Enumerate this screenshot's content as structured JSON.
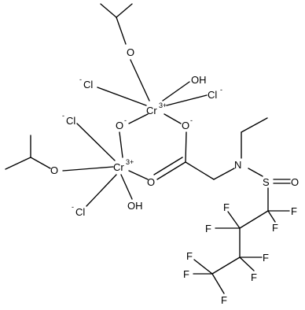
{
  "labels": {
    "o_iso_top": "O",
    "oh_top": "OH",
    "cl_top_left": "Cl",
    "cl_top_left_charge": "-",
    "cr_top": "Cr",
    "cr_top_charge": "3+",
    "cl_top_right": "Cl",
    "cl_top_right_charge": "-",
    "cl_left": "Cl",
    "cl_left_charge": "-",
    "o_bridge_left": "O",
    "o_bridge_left_charge": "-",
    "o_bridge_right": "O",
    "o_bridge_right_charge": "-",
    "o_iso_left": "O",
    "cr_bottom": "Cr",
    "cr_bottom_charge": "3+",
    "o_carbonyl": "O",
    "n_atom": "N",
    "s_atom": "S",
    "o_sulfonyl": "O",
    "cl_bottom": "Cl",
    "cl_bottom_charge": "-",
    "oh_bottom": "OH",
    "f1": "F",
    "f2": "F",
    "f3": "F",
    "f4": "F",
    "f5": "F",
    "f6": "F",
    "f7": "F",
    "f8": "F",
    "f9": "F"
  }
}
